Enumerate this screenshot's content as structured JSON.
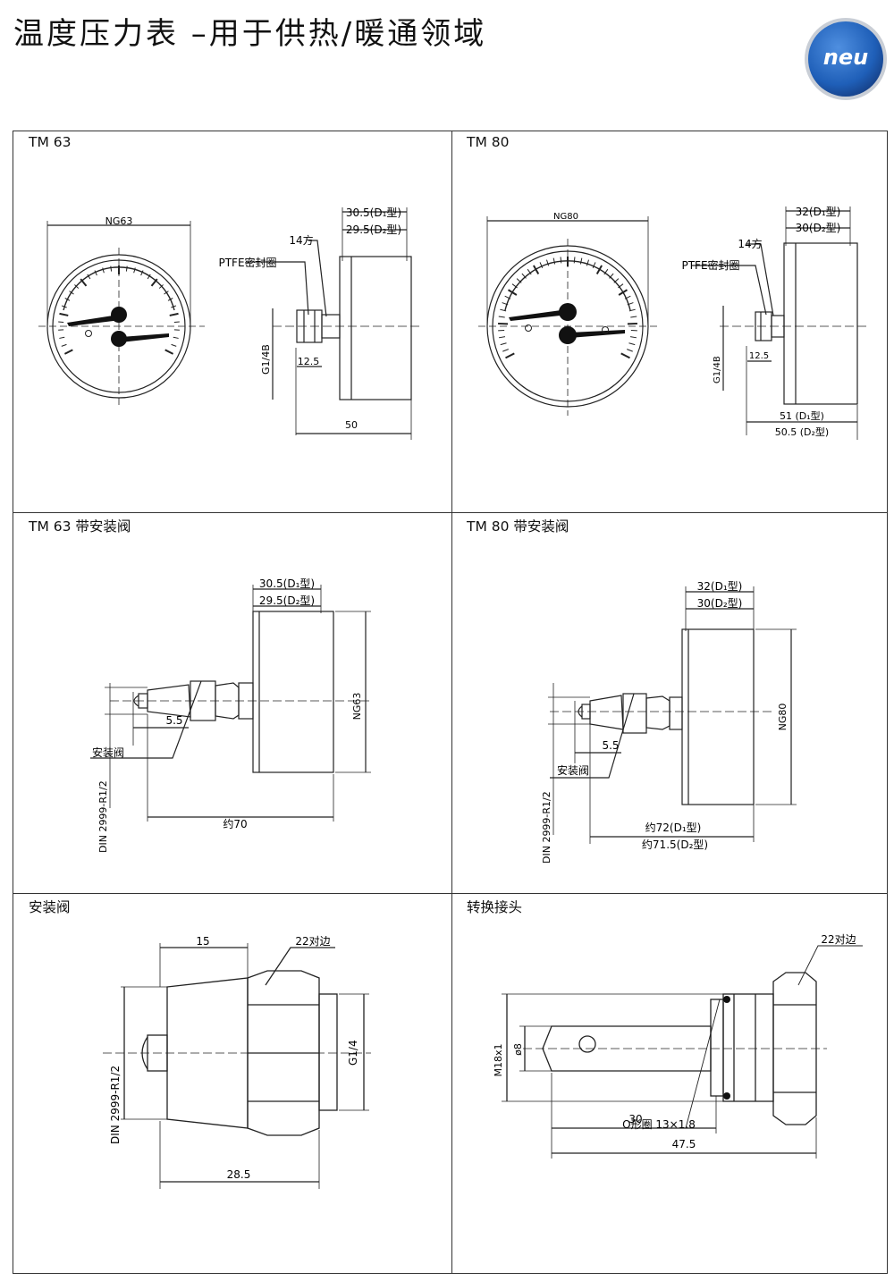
{
  "title": "温度压力表 –用于供热/暖通领域",
  "badge": "neu",
  "panels": {
    "tm63": {
      "label": "TM 63",
      "ng": "NG63",
      "d1": "30.5(D₁型)",
      "d2": "29.5(D₂型)",
      "hex": "14方",
      "ptfe": "PTFE密封圈",
      "thread": "G1/4B",
      "len": "12.5",
      "total": "50"
    },
    "tm80": {
      "label": "TM 80",
      "ng": "NG80",
      "d1": "32(D₁型)",
      "d2": "30(D₂型)",
      "hex": "14方",
      "ptfe": "PTFE密封圈",
      "thread": "G1/4B",
      "len": "12.5",
      "total1": "51 (D₁型)",
      "total2": "50.5 (D₂型)"
    },
    "tm63v": {
      "label": "TM 63 带安装阀",
      "valve": "安装阀",
      "d1": "30.5(D₁型)",
      "d2": "29.5(D₂型)",
      "ng": "NG63",
      "din": "DIN  2999-R1/2",
      "len": "5.5",
      "total": "约70"
    },
    "tm80v": {
      "label": "TM 80 带安装阀",
      "valve": "安装阀",
      "d1": "32(D₁型)",
      "d2": "30(D₂型)",
      "ng": "NG80",
      "din": "DIN  2999-R1/2",
      "len": "5.5",
      "total1": "约72(D₁型)",
      "total2": "约71.5(D₂型)"
    },
    "valve": {
      "label": "安装阀",
      "width15": "15",
      "hex": "22对边",
      "din": "DIN  2999-R1/2",
      "thread": "G1/4",
      "total": "28.5"
    },
    "adapter": {
      "label": "转换接头",
      "oring": "O形圈 13×1.8",
      "hex": "22对边",
      "thread": "M18x1",
      "dia": "ø8",
      "len30": "30",
      "total": "47.5"
    }
  }
}
